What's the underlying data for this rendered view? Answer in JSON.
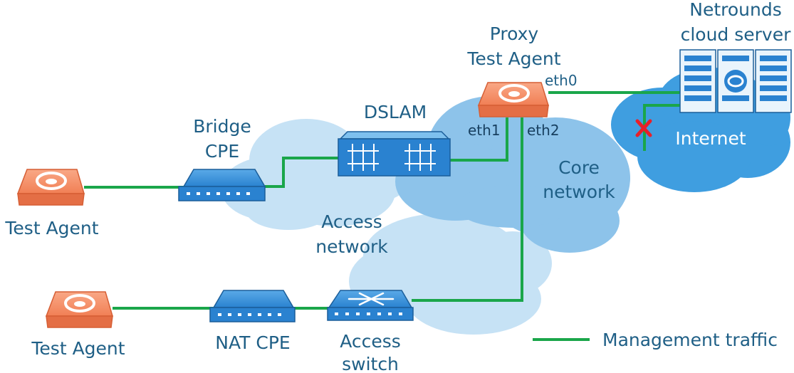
{
  "labels": {
    "server_line1": "Netrounds",
    "server_line2": "cloud server",
    "proxy_line1": "Proxy",
    "proxy_line2": "Test Agent",
    "eth0": "eth0",
    "eth1": "eth1",
    "eth2": "eth2",
    "dslam": "DSLAM",
    "bridge_line1": "Bridge",
    "bridge_line2": "CPE",
    "internet": "Internet",
    "core_line1": "Core",
    "core_line2": "network",
    "access_line1": "Access",
    "access_line2": "network",
    "test_agent_top": "Test Agent",
    "test_agent_bottom": "Test Agent",
    "nat_cpe": "NAT CPE",
    "switch_line1": "Access",
    "switch_line2": "switch"
  },
  "legend": {
    "label": "Management traffic"
  },
  "colors": {
    "management_line": "#1aa64a",
    "cloud_light": "#c6e2f5",
    "cloud_mid": "#8dc3ea",
    "cloud_dark": "#3f9ee0",
    "device_blue": "#2b86d4",
    "agent_orange": "#f5926d",
    "blocked_mark": "#e8202a"
  },
  "icons": {
    "blocked": "red-x-icon",
    "test_agent": "test-agent-icon",
    "cpe": "cpe-device-icon",
    "switch": "switch-icon",
    "dslam": "dslam-icon",
    "server": "server-rack-icon"
  }
}
